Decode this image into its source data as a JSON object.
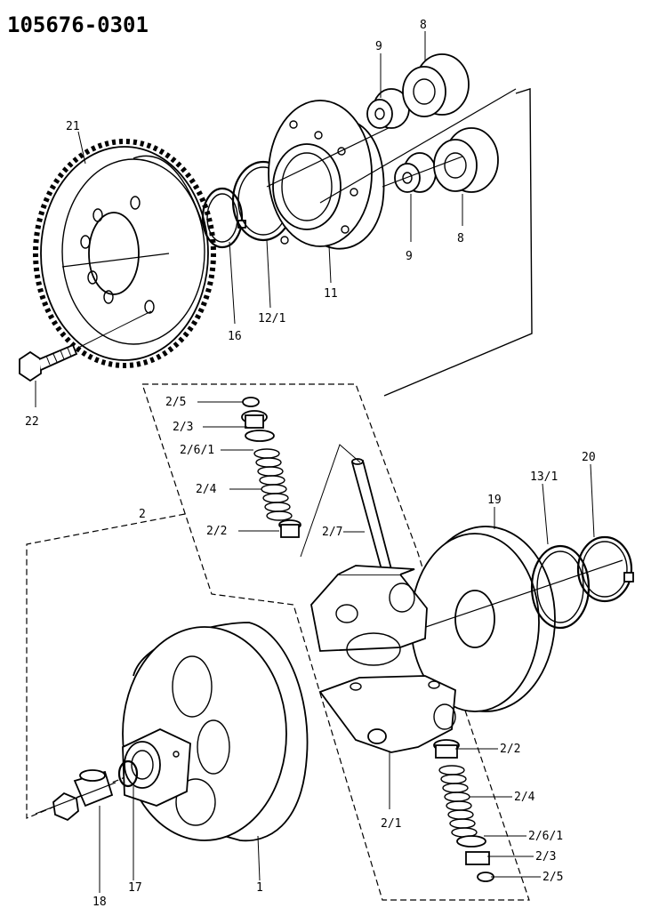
{
  "title": "105676-0301",
  "labels": {
    "p21": "21",
    "p22": "22",
    "p16": "16",
    "p12_1": "12/1",
    "p11": "11",
    "p9_top": "9",
    "p8_top": "8",
    "p9_bot": "9",
    "p8_bot": "8",
    "p2": "2",
    "p2_5_top": "2/5",
    "p2_3_top": "2/3",
    "p2_6_1_top": "2/6/1",
    "p2_4_top": "2/4",
    "p2_2_top": "2/2",
    "p2_7": "2/7",
    "p19": "19",
    "p13_1": "13/1",
    "p20": "20",
    "p2_1": "2/1",
    "p2_2_bot": "2/2",
    "p2_4_bot": "2/4",
    "p2_6_1_bot": "2/6/1",
    "p2_3_bot": "2/3",
    "p2_5_bot": "2/5",
    "p1": "1",
    "p17": "17",
    "p18": "18"
  }
}
